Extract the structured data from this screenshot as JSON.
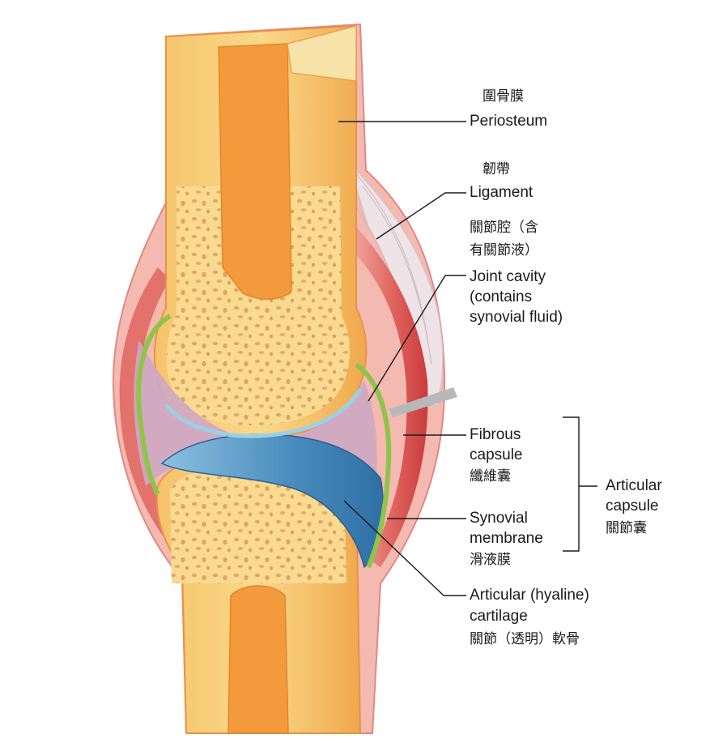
{
  "labels": {
    "periosteum": {
      "zh": "圍骨膜",
      "en": "Periosteum"
    },
    "ligament": {
      "zh": "韌帶",
      "en": "Ligament"
    },
    "joint_cavity": {
      "zh_1": "關節腔（含",
      "zh_2": "有關節液）",
      "en_1": "Joint cavity",
      "en_2": "(contains",
      "en_3": "synovial fluid)"
    },
    "fibrous_capsule": {
      "en_1": "Fibrous",
      "en_2": "capsule",
      "zh": "纖維囊"
    },
    "synovial_membrane": {
      "en_1": "Synovial",
      "en_2": "membrane",
      "zh": "滑液膜"
    },
    "articular_capsule": {
      "en_1": "Articular",
      "en_2": "capsule",
      "zh": "關節囊"
    },
    "articular_cartilage": {
      "en_1": "Articular (hyaline)",
      "en_2": "cartilage",
      "zh": "關節（透明）軟骨"
    }
  },
  "colors": {
    "bone_outer": "#f2a24a",
    "bone_inner": "#f9dd8a",
    "spongy_spots": "#e8a86a",
    "medullary": "#f0a040",
    "periosteum_red": "#d94a4a",
    "ligament_pink": "#f1c6c8",
    "cartilage_blue": "#5a9ec9",
    "synovial_green": "#8fc44a",
    "cavity_mauve": "#c9a7c0"
  }
}
